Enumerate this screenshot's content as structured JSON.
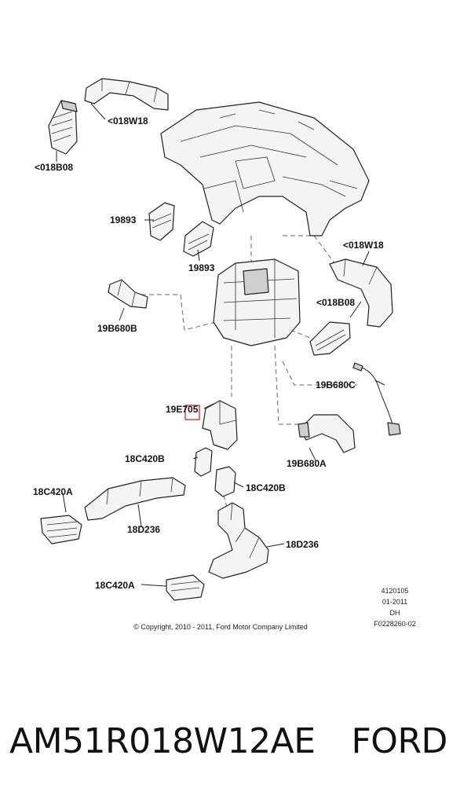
{
  "callouts": {
    "c1": "<018W18",
    "c2": "<018B08",
    "c3": "19893",
    "c4": "19893",
    "c5": "<018W18",
    "c6": "<018B08",
    "c7": "19B680B",
    "c8": "19B680C",
    "c9": "19E705",
    "c10": "18C420B",
    "c11": "19B680A",
    "c12": "18C420A",
    "c13": "18C420B",
    "c14": "18D236",
    "c15": "18D236",
    "c16": "18C420A"
  },
  "metadata": {
    "line1": "4120105",
    "line2": "01-2011",
    "line3": "DH",
    "line4": "F0228260-02"
  },
  "copyright": "© Copyright, 2010 - 2011, Ford Motor Company Limited",
  "caption": {
    "part_number": "AM51R018W12AE",
    "brand": "FORD"
  },
  "colors": {
    "highlight": "#e0303a"
  }
}
